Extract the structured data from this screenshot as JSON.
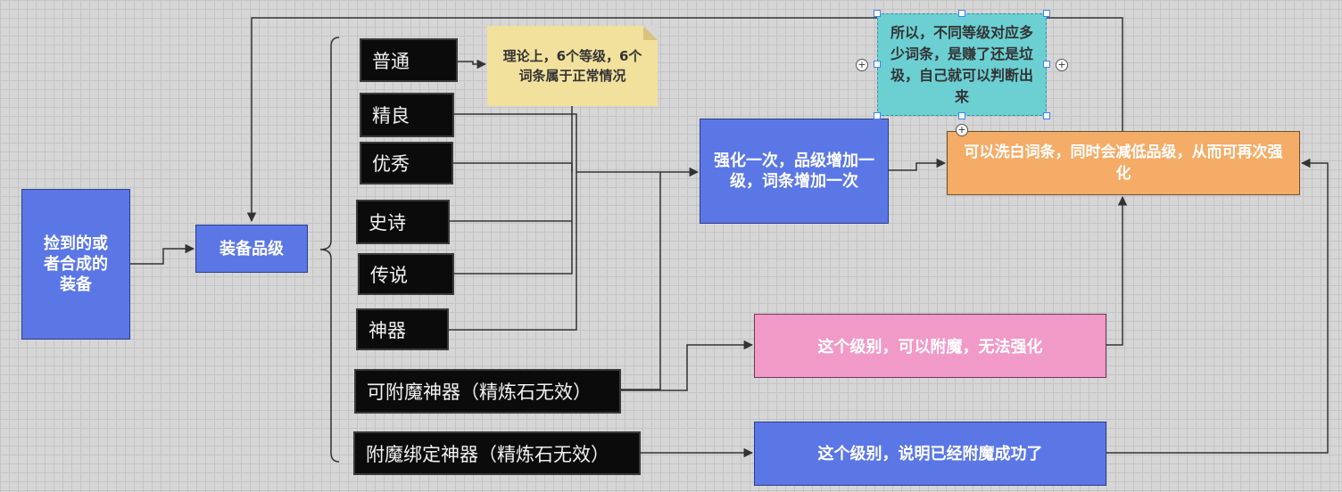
{
  "nodes": {
    "source": "捡到的或者合成的装备",
    "grade": "装备品级",
    "common": "普通",
    "fine": "精良",
    "excellent": "优秀",
    "epic": "史诗",
    "legend": "传说",
    "artifact": "神器",
    "enchantable": "可附魔神器（精炼石无效）",
    "bound": "附魔绑定神器（精炼石无效）",
    "note_levels": "理论上，6个等级，6个词条属于正常情况",
    "note_judge": "所以，不同等级对应多少词条，是赚了还是垃圾，自己就可以判断出来",
    "enhance": "强化一次，品级增加一级，词条增加一次",
    "reroll": "可以洗白词条，同时会减低品级，从而可再次强化",
    "enchant_only": "这个级别，可以附魔，无法强化",
    "enchanted": "这个级别，说明已经附魔成功了"
  },
  "colors": {
    "blue_node": "#5b77e6",
    "orange_node": "#f4ac67",
    "pink_node": "#f19ac7",
    "teal_note": "#6ccfd2",
    "yellow_note": "#f2e19d",
    "dark_node": "#0b0b0b"
  }
}
